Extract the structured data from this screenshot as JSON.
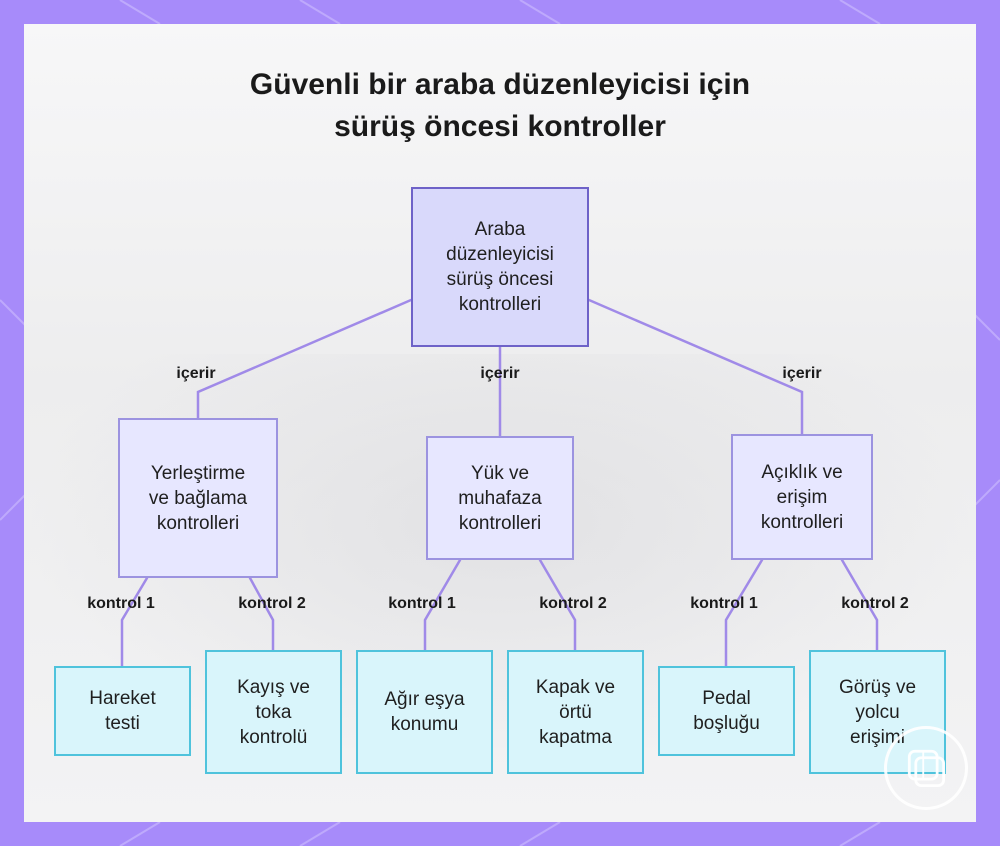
{
  "title": {
    "line1": "Güvenli bir araba düzenleyicisi için",
    "line2": "sürüş öncesi kontroller"
  },
  "root": {
    "label": "Araba düzenleyicisi sürüş öncesi kontrolleri"
  },
  "edges": {
    "includes": "içerir",
    "check1": "kontrol 1",
    "check2": "kontrol 2"
  },
  "categories": [
    {
      "label": "Yerleştirme ve bağlama kontrolleri",
      "children": [
        "Hareket testi",
        "Kayış ve toka kontrolü"
      ]
    },
    {
      "label": "Yük ve muhafaza kontrolleri",
      "children": [
        "Ağır eşya konumu",
        "Kapak ve örtü kapatma"
      ]
    },
    {
      "label": "Açıklık ve erişim kontrolleri",
      "children": [
        "Pedal boşluğu",
        "Görüş ve yolcu erişimi"
      ]
    }
  ],
  "colors": {
    "frame": "#a78bfa",
    "connector": "#a08ae8",
    "root_fill": "#d9d9fb",
    "leaf_fill": "#d9f5fb",
    "leaf_border": "#4fc3dc"
  },
  "icons": {
    "watermark": "brand-logo-icon"
  }
}
